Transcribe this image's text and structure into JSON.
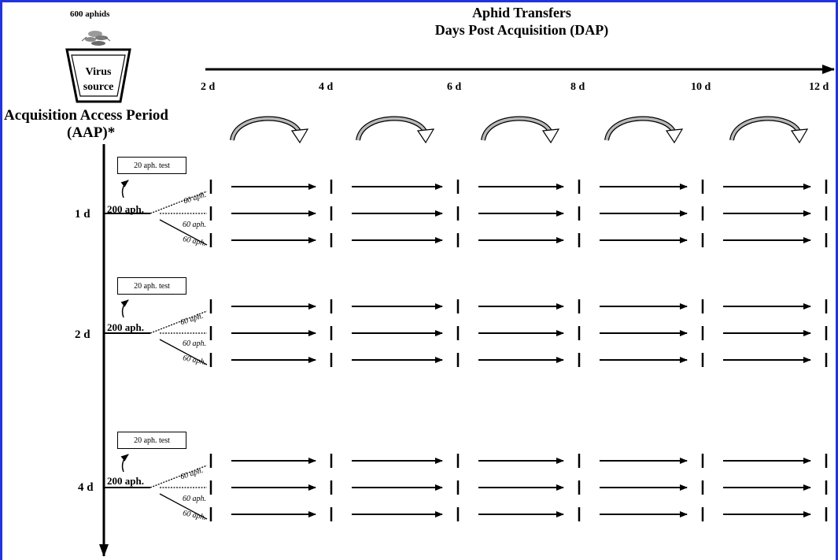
{
  "header": {
    "line1": "Aphid Transfers",
    "line2": "Days Post Acquisition (DAP)"
  },
  "source": {
    "count": "600 aphids",
    "label_line1": "Virus",
    "label_line2": "source"
  },
  "aap": {
    "line1": "Acquisition Access Period",
    "line2": "(AAP)*"
  },
  "dap_ticks": [
    "2 d",
    "4 d",
    "6 d",
    "8 d",
    "10 d",
    "12 d"
  ],
  "groups": [
    {
      "day": "1 d",
      "aphids": "200 aph.",
      "test": "20 aph. test",
      "splits": [
        "60 aph.",
        "60 aph.",
        "60 aph."
      ]
    },
    {
      "day": "2 d",
      "aphids": "200 aph.",
      "test": "20 aph. test",
      "splits": [
        "60 aph.",
        "60 aph.",
        "60 aph."
      ]
    },
    {
      "day": "4 d",
      "aphids": "200 aph.",
      "test": "20 aph. test",
      "splits": [
        "60 aph.",
        "60 aph.",
        "60 aph."
      ]
    }
  ],
  "colors": {
    "border": "#2233dd",
    "arc_fill": "#b8b8b8",
    "ink": "#000000"
  },
  "icons": {
    "source": "pot-icon",
    "aphid": "aphid-cluster-icon",
    "transfer": "curved-transfer-arrow-icon"
  }
}
